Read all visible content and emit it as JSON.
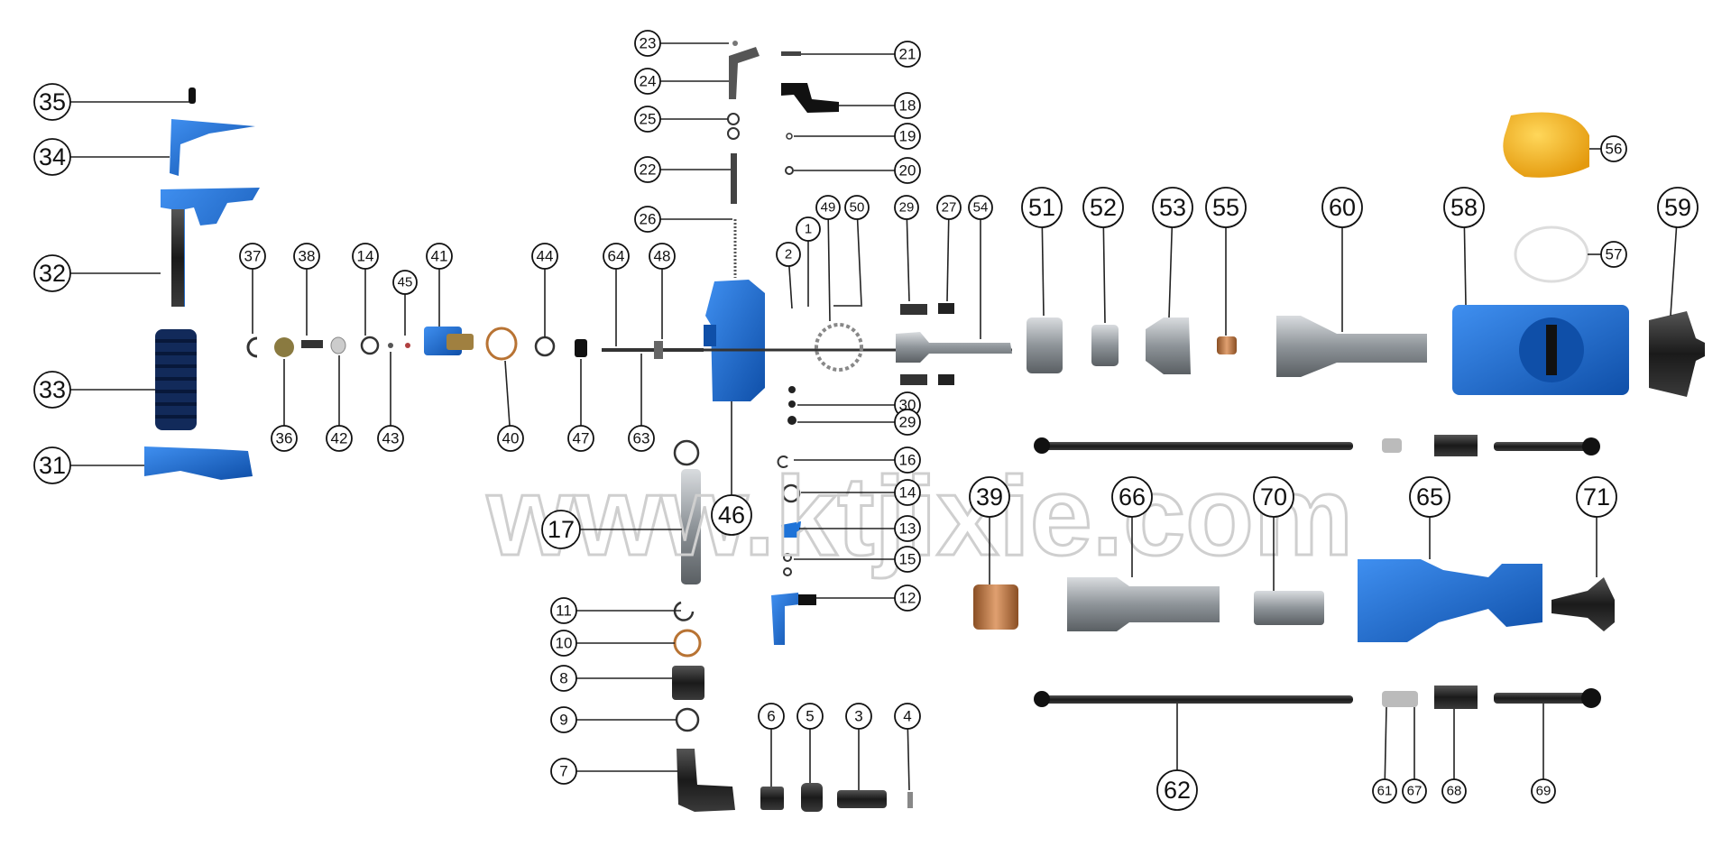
{
  "watermark": "www.ktjixie.com",
  "colors": {
    "accent": "#1e73d8",
    "accent_dark": "#0f4fa8",
    "metal": "#9aa0a6",
    "dark": "#222222",
    "yellow": "#f5b31c",
    "copper": "#b87333"
  },
  "callouts": [
    {
      "id": "35",
      "label": "35"
    },
    {
      "id": "34",
      "label": "34"
    },
    {
      "id": "32",
      "label": "32"
    },
    {
      "id": "33",
      "label": "33"
    },
    {
      "id": "31",
      "label": "31"
    },
    {
      "id": "37",
      "label": "37"
    },
    {
      "id": "38",
      "label": "38"
    },
    {
      "id": "14a",
      "label": "14"
    },
    {
      "id": "45",
      "label": "45"
    },
    {
      "id": "41",
      "label": "41"
    },
    {
      "id": "44",
      "label": "44"
    },
    {
      "id": "64",
      "label": "64"
    },
    {
      "id": "48",
      "label": "48"
    },
    {
      "id": "36",
      "label": "36"
    },
    {
      "id": "42",
      "label": "42"
    },
    {
      "id": "43",
      "label": "43"
    },
    {
      "id": "40",
      "label": "40"
    },
    {
      "id": "47",
      "label": "47"
    },
    {
      "id": "63",
      "label": "63"
    },
    {
      "id": "23",
      "label": "23"
    },
    {
      "id": "24",
      "label": "24"
    },
    {
      "id": "25",
      "label": "25"
    },
    {
      "id": "22",
      "label": "22"
    },
    {
      "id": "26",
      "label": "26"
    },
    {
      "id": "21",
      "label": "21"
    },
    {
      "id": "18",
      "label": "18"
    },
    {
      "id": "19",
      "label": "19"
    },
    {
      "id": "20",
      "label": "20"
    },
    {
      "id": "49",
      "label": "49"
    },
    {
      "id": "50",
      "label": "50"
    },
    {
      "id": "1",
      "label": "1"
    },
    {
      "id": "2",
      "label": "2"
    },
    {
      "id": "29a",
      "label": "29"
    },
    {
      "id": "27",
      "label": "27"
    },
    {
      "id": "54",
      "label": "54"
    },
    {
      "id": "30",
      "label": "30"
    },
    {
      "id": "29b",
      "label": "29"
    },
    {
      "id": "16",
      "label": "16"
    },
    {
      "id": "14b",
      "label": "14"
    },
    {
      "id": "13",
      "label": "13"
    },
    {
      "id": "15",
      "label": "15"
    },
    {
      "id": "12",
      "label": "12"
    },
    {
      "id": "46",
      "label": "46"
    },
    {
      "id": "17",
      "label": "17"
    },
    {
      "id": "11",
      "label": "11"
    },
    {
      "id": "10",
      "label": "10"
    },
    {
      "id": "8",
      "label": "8"
    },
    {
      "id": "9",
      "label": "9"
    },
    {
      "id": "7",
      "label": "7"
    },
    {
      "id": "6",
      "label": "6"
    },
    {
      "id": "5",
      "label": "5"
    },
    {
      "id": "3",
      "label": "3"
    },
    {
      "id": "4",
      "label": "4"
    },
    {
      "id": "51",
      "label": "51"
    },
    {
      "id": "52",
      "label": "52"
    },
    {
      "id": "53",
      "label": "53"
    },
    {
      "id": "55",
      "label": "55"
    },
    {
      "id": "60",
      "label": "60"
    },
    {
      "id": "58",
      "label": "58"
    },
    {
      "id": "59",
      "label": "59"
    },
    {
      "id": "56",
      "label": "56"
    },
    {
      "id": "57",
      "label": "57"
    },
    {
      "id": "39",
      "label": "39"
    },
    {
      "id": "66",
      "label": "66"
    },
    {
      "id": "70",
      "label": "70"
    },
    {
      "id": "65",
      "label": "65"
    },
    {
      "id": "71",
      "label": "71"
    },
    {
      "id": "62",
      "label": "62"
    },
    {
      "id": "61",
      "label": "61"
    },
    {
      "id": "67",
      "label": "67"
    },
    {
      "id": "68",
      "label": "68"
    },
    {
      "id": "69",
      "label": "69"
    }
  ]
}
